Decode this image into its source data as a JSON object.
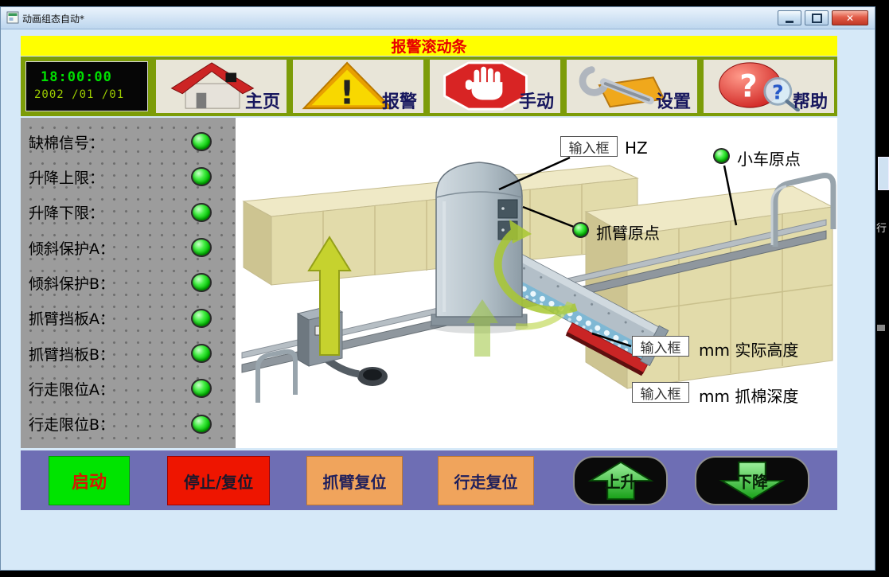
{
  "window": {
    "title": "动画组态自动*",
    "controls": {
      "close_glyph": "✕"
    }
  },
  "banner": {
    "text": "报警滚动条"
  },
  "toolbar": {
    "clock": {
      "time": "18:00:00",
      "date": "2002 /01 /01"
    },
    "items": [
      {
        "label": "主页"
      },
      {
        "label": "报警"
      },
      {
        "label": "手动"
      },
      {
        "label": "设置"
      },
      {
        "label": "帮助"
      }
    ],
    "marks": {
      "alarm": "!",
      "help_big": "?",
      "help_small": "?"
    }
  },
  "status_panel": {
    "items": [
      {
        "label": "缺棉信号：",
        "state": "on"
      },
      {
        "label": "升降上限：",
        "state": "on"
      },
      {
        "label": "升降下限：",
        "state": "on"
      },
      {
        "label": "倾斜保护A：",
        "state": "on"
      },
      {
        "label": "倾斜保护B：",
        "state": "on"
      },
      {
        "label": "抓臂挡板A：",
        "state": "on"
      },
      {
        "label": "抓臂挡板B：",
        "state": "on"
      },
      {
        "label": "行走限位A：",
        "state": "on"
      },
      {
        "label": "行走限位B：",
        "state": "on"
      }
    ]
  },
  "diagram": {
    "annotations": {
      "frequency": {
        "box_label": "输入框",
        "unit": "HZ"
      },
      "cart_origin": {
        "label": "小车原点",
        "state": "on"
      },
      "arm_origin": {
        "label": "抓臂原点",
        "state": "on"
      },
      "actual_height": {
        "box_label": "输入框",
        "caption": "mm 实际高度"
      },
      "grab_depth": {
        "box_label": "输入框",
        "caption": "mm 抓棉深度"
      }
    }
  },
  "bottom_bar": {
    "buttons": [
      {
        "label": "启动"
      },
      {
        "label": "停止/复位"
      },
      {
        "label": "抓臂复位"
      },
      {
        "label": "行走复位"
      },
      {
        "label": "上升"
      },
      {
        "label": "下降"
      }
    ]
  },
  "right_edge": {
    "fragment_text": "行"
  },
  "colors": {
    "banner_bg": "#ffff00",
    "banner_text": "#e80000",
    "toolbar_bg": "#7c9c08",
    "status_panel_bg": "#9c9c9c",
    "led_on": "#22dd22",
    "bottom_bar_bg": "#6e6eb4",
    "start_bg": "#00e400",
    "stop_bg": "#ee1500",
    "reset_bg": "#f0a45c"
  }
}
